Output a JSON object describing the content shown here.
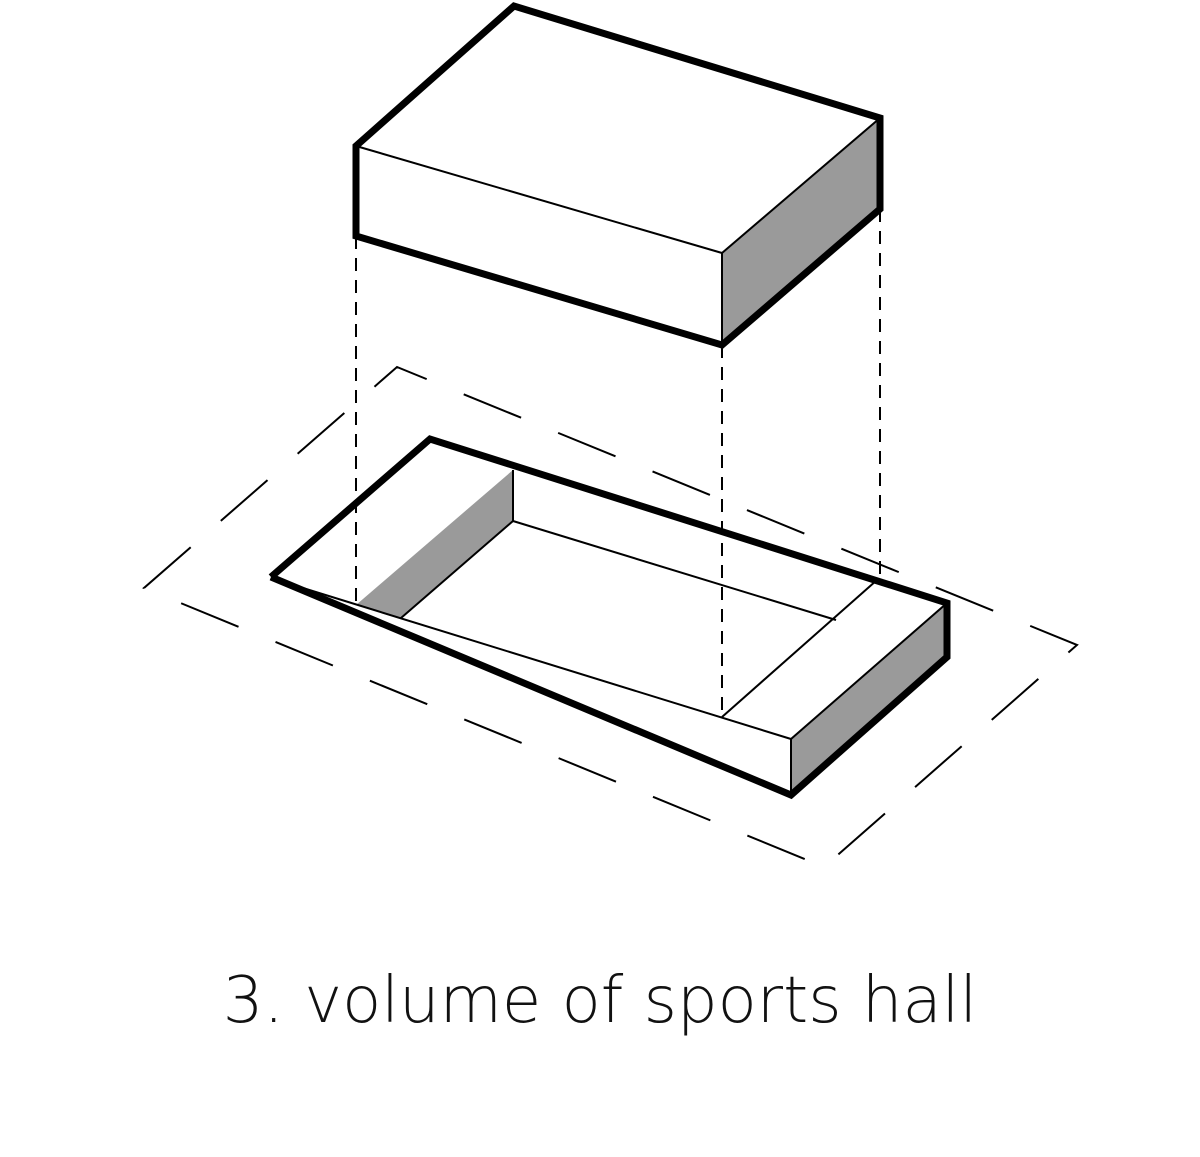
{
  "caption": "3. volume of sports hall",
  "colors": {
    "line": "#000000",
    "shade": "#9a9a9a",
    "fill": "#ffffff",
    "background": "#ffffff"
  },
  "elements": {
    "upper_volume": "sports-hall-volume-box",
    "lower_volume": "recessed-base-tray",
    "site_outline": "dashed-site-boundary",
    "projection": "dashed-projection-lines"
  }
}
